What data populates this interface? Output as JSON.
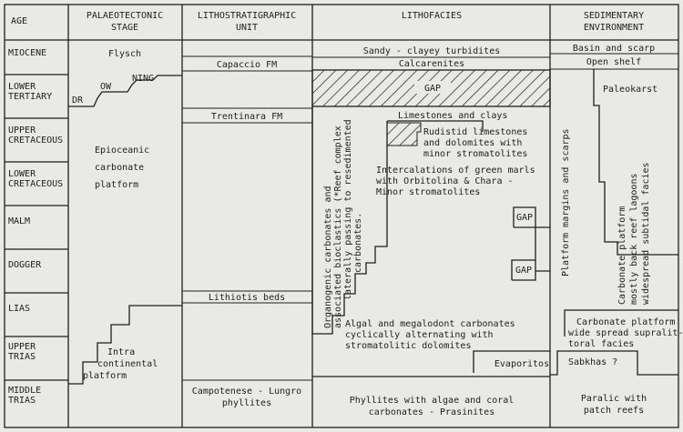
{
  "headers": {
    "age": "AGE",
    "stage": [
      "PALAEOTECTONIC",
      "STAGE"
    ],
    "unit": [
      "LITHOSTRATIGRAPHIC",
      "UNIT"
    ],
    "lithofacies": "LITHOFACIES",
    "environment": [
      "SEDIMENTARY",
      "ENVIRONMENT"
    ]
  },
  "ages": [
    [
      "MIOCENE"
    ],
    [
      "LOWER",
      "TERTIARY"
    ],
    [
      "UPPER",
      "CRETACEOUS"
    ],
    [
      "LOWER",
      "CRETACEOUS"
    ],
    [
      "MALM"
    ],
    [
      "DOGGER"
    ],
    [
      "LIAS"
    ],
    [
      "UPPER",
      "TRIAS"
    ],
    [
      "MIDDLE",
      "TRIAS"
    ]
  ],
  "stage": {
    "flysch": "Flysch",
    "dr": "DR",
    "ow": "OW",
    "ning": "NING",
    "epioceanic": [
      "Epioceanic",
      "carbonate",
      "platform"
    ],
    "intra": [
      "Intra",
      "continental",
      "platform"
    ]
  },
  "units": {
    "capaccio": "Capaccio FM",
    "trentinara": "Trentinara FM",
    "lithiotis": "Lithiotis beds",
    "campotenese": [
      "Campotenese - Lungro",
      "phyllites"
    ]
  },
  "lithofacies": {
    "sandy": "Sandy - clayey turbidites",
    "calcarenites": "Calcarenites",
    "gap_tertiary": "GAP",
    "limestones_clays": "Limestones and clays",
    "rudistid": [
      "Rudistid limestones",
      "and dolomites with",
      "minor stromatolites"
    ],
    "intercalations": [
      "Intercalations of green marls",
      "with Orbitolina & Chara -",
      "Minor stromatolites"
    ],
    "reef_complex": [
      "Organogenic carbonates and",
      "associated bioclastics (*Reef complex",
      "laterally passing to resedimented",
      "carbonates."
    ],
    "gap_malm": "GAP",
    "gap_dogger": "GAP",
    "algal": [
      "Algal and megalodont carbonates",
      "cyclically alternating with",
      "stromatolitic dolomites"
    ],
    "evaporites": "Evaporitos",
    "phyllites": [
      "Phyllites with algae and coral",
      "carbonates - Prasinites"
    ]
  },
  "environment": {
    "basin": "Basin and scarp",
    "shelf": "Open shelf",
    "paleokarst": "Paleokarst",
    "margins": "Platform margins and scarps",
    "lagoons": [
      "Carbonate platform",
      "mostly back reef lagoons",
      "widespread subtidal facies"
    ],
    "platform": [
      "Carbonate platform",
      "wide spread supralit-",
      "toral facies"
    ],
    "sabkhas": "Sabkhas ?",
    "paralic": [
      "Paralic with",
      "patch reefs"
    ]
  }
}
